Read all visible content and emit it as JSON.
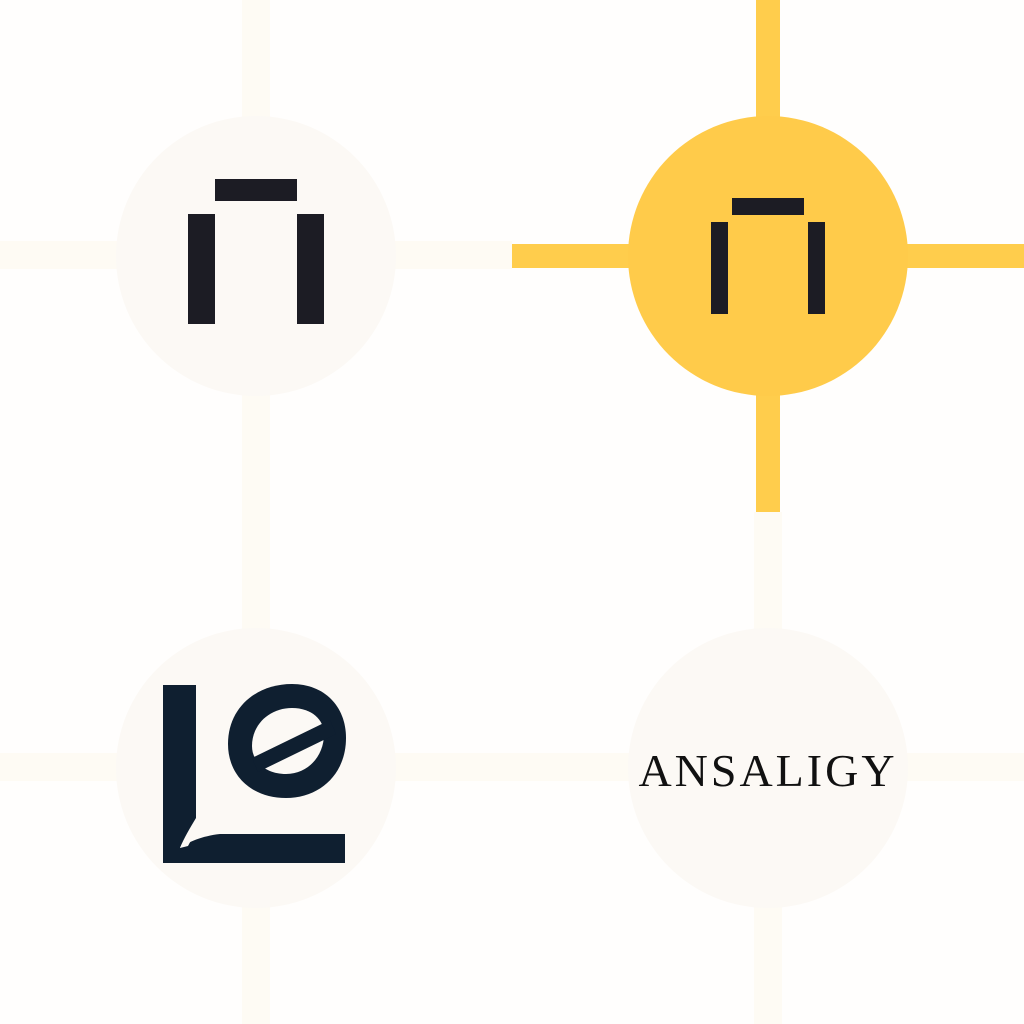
{
  "tiles": [
    {
      "name": "logo-tile-cream-bracket",
      "background_circle": "#fcf9f5",
      "cross_color": "#fefbf4",
      "mark_color": "#1c1c24",
      "icon": "bracket-icon"
    },
    {
      "name": "logo-tile-yellow-bracket",
      "background_circle": "#ffcb4a",
      "cross_color": "#ffcd4c",
      "mark_color": "#1c1c24",
      "icon": "bracket-icon"
    },
    {
      "name": "logo-tile-le-monogram",
      "background_circle": "#fcf9f5",
      "cross_color": "#fefbf4",
      "mark_color": "#0f1f30",
      "icon": "le-monogram-icon"
    },
    {
      "name": "logo-tile-wordmark",
      "background_circle": "#fcf9f5",
      "cross_color": "#fefbf4",
      "mark_color": "#111111",
      "icon": ""
    }
  ],
  "wordmark": {
    "text": "ANSALIGY"
  }
}
